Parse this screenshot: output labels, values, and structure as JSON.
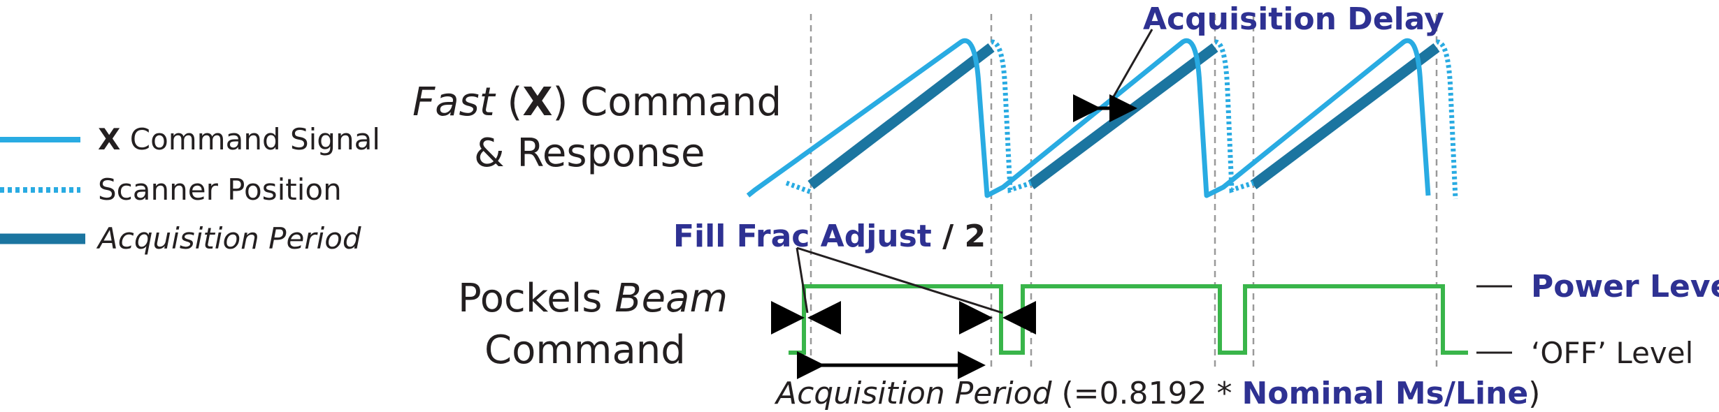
{
  "legend": {
    "command_bold": "X",
    "command_rest": " Command Signal",
    "position": "Scanner Position",
    "acquisition": "Acquisition Period"
  },
  "fast_label": {
    "italic": "Fast",
    "open": " (",
    "bold": "X",
    "close": ") Command",
    "line2": "& Response"
  },
  "pockels_label": {
    "plain": "Pockels ",
    "italic": "Beam",
    "line2": "Command"
  },
  "annotations": {
    "acq_delay": "Acquisition Delay",
    "fill_frac": "Fill Frac Adjust",
    "fill_div": " / 2",
    "power_level": "Power Level",
    "off_level": "‘OFF’ Level",
    "period_italic": "Acquisition Period",
    "period_open": " (=0.8192 * ",
    "period_bold": "Nominal Ms/Line",
    "period_close": ")"
  },
  "colors": {
    "command": "#29abe2",
    "acquisition": "#1b75a0",
    "beam": "#39b54a",
    "annotation": "#2e3192",
    "guide": "#999999",
    "text": "#231f20"
  }
}
